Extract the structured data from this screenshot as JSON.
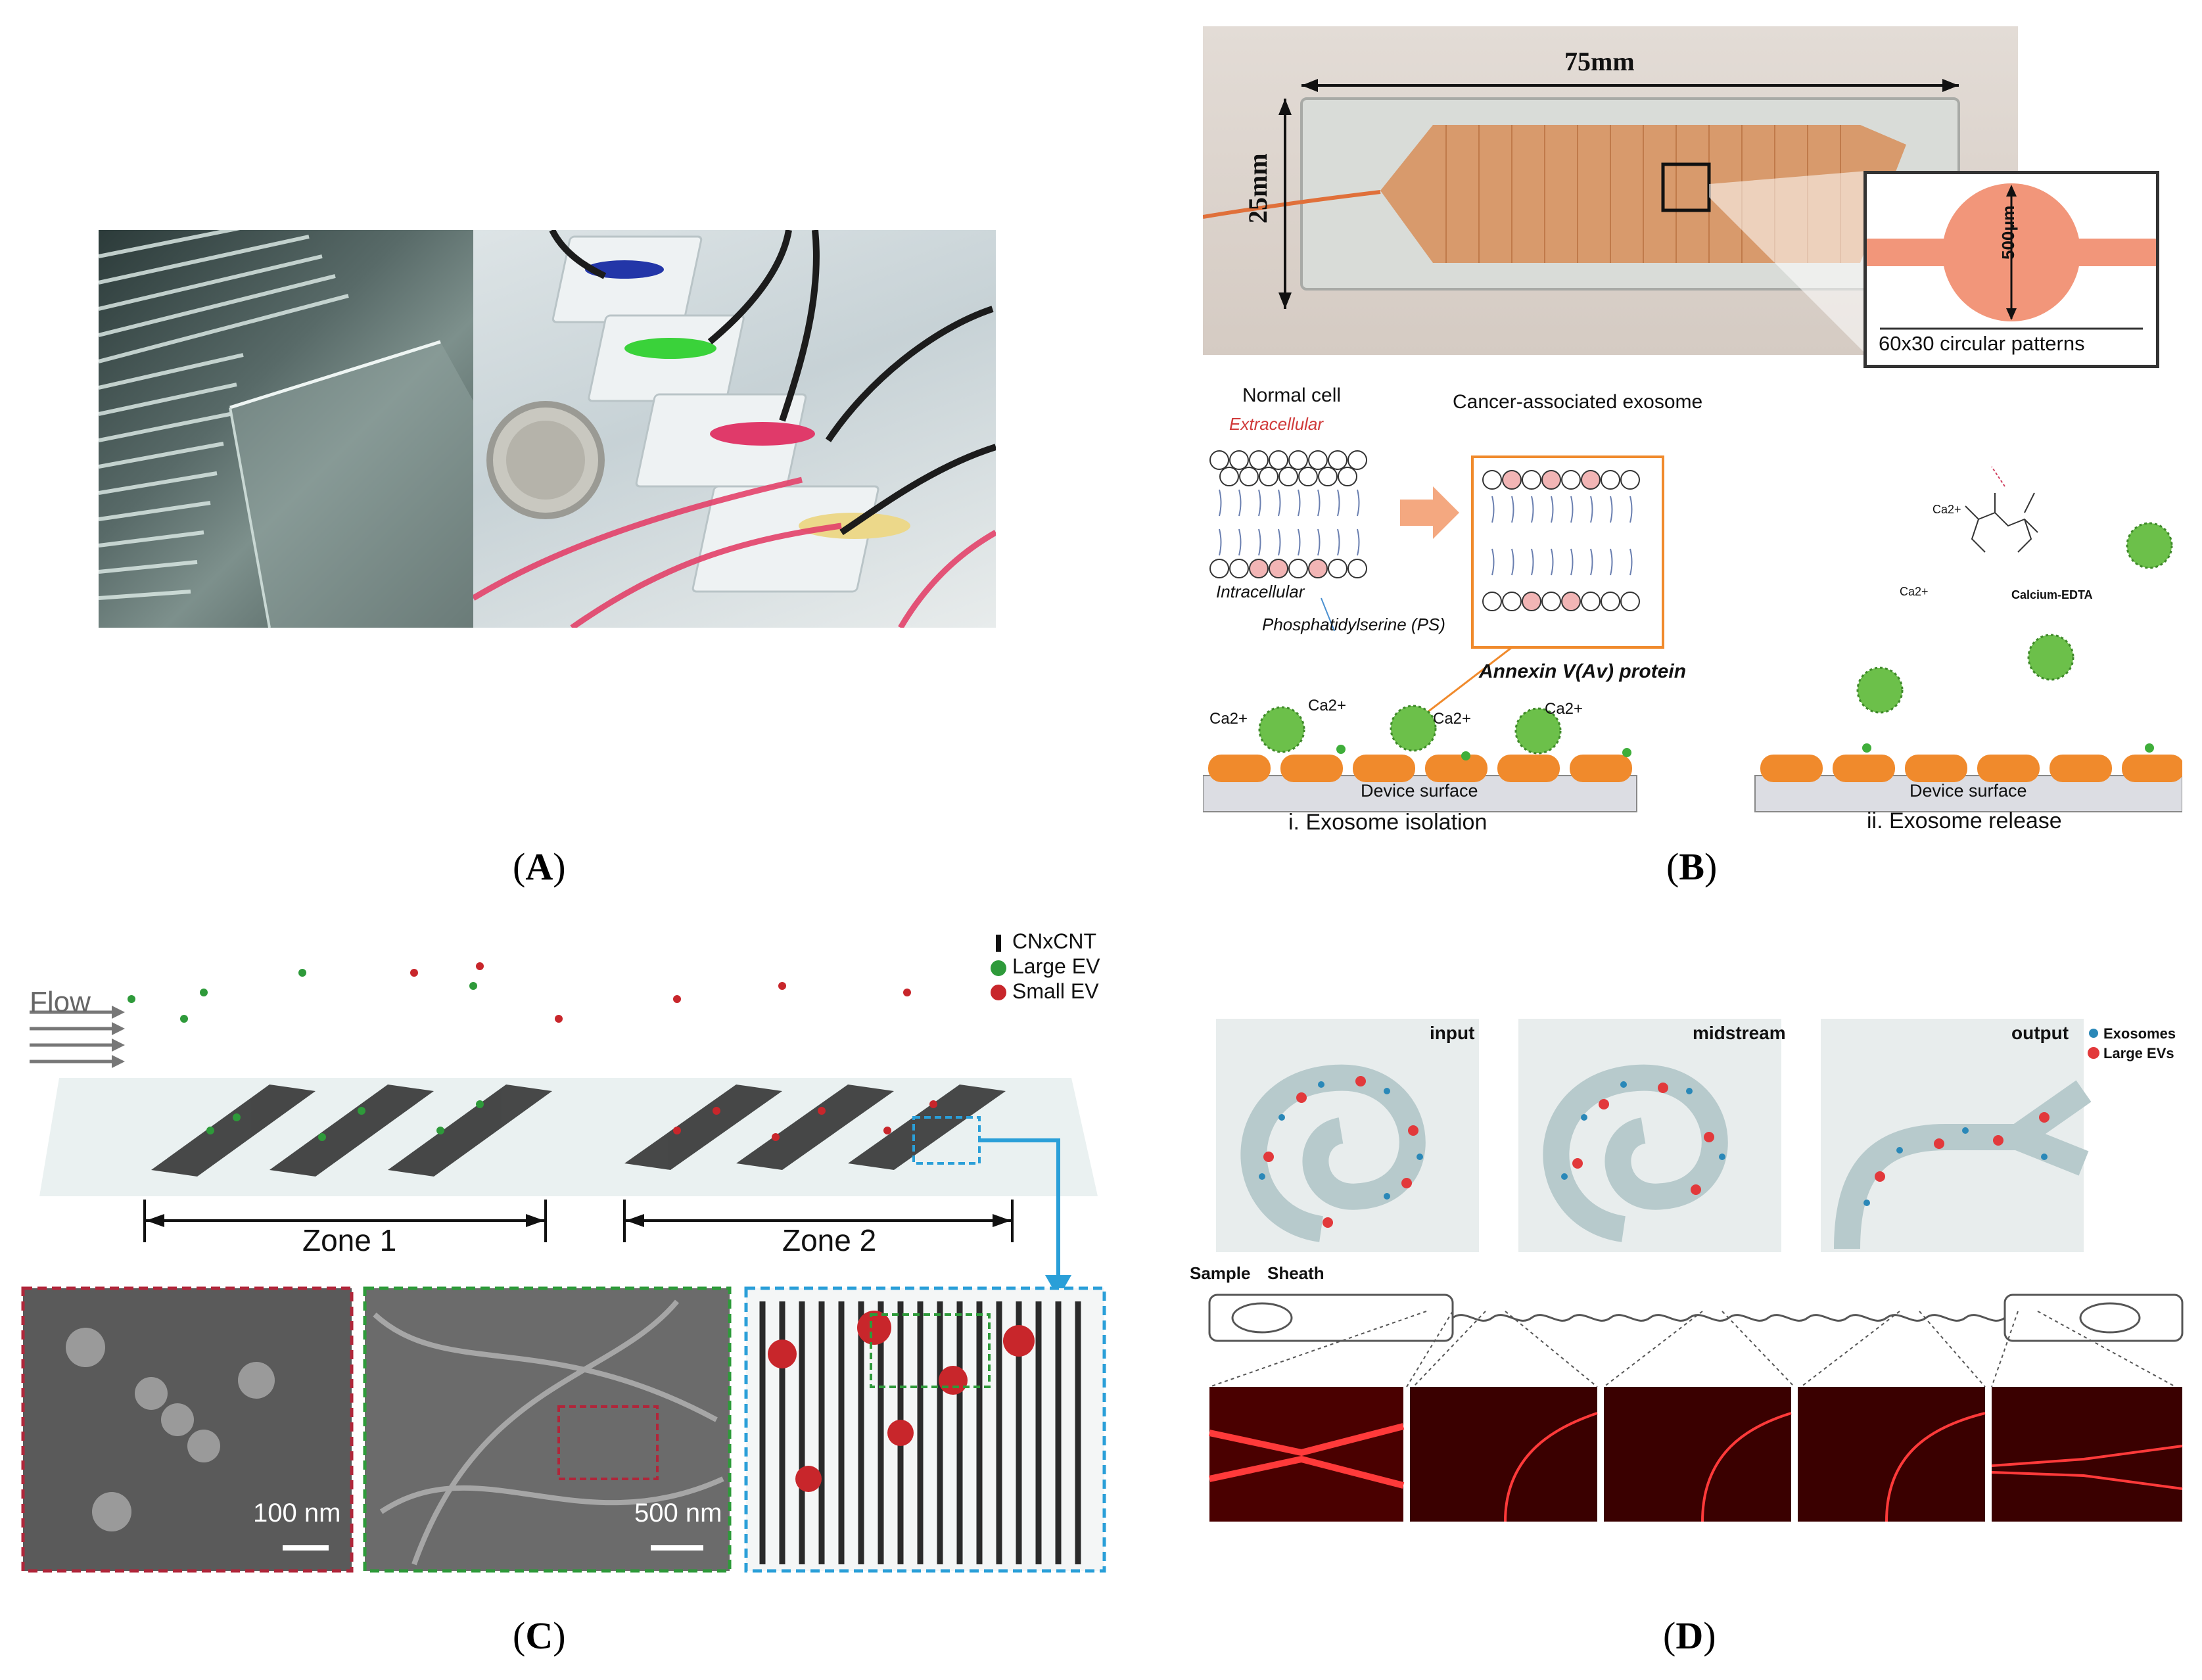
{
  "captions": {
    "a": "A",
    "b": "B",
    "c": "C",
    "d": "D"
  },
  "panel_b": {
    "length_label": "75mm",
    "width_label": "25mm",
    "inset_dim": "500μm",
    "inset_caption": "60x30 circular patterns",
    "normal_cell": "Normal cell",
    "extracellular": "Extracellular",
    "intracellular": "Intracellular",
    "ps_label": "Phosphatidylserine (PS)",
    "cancer_exosome": "Cancer-associated exosome",
    "annexin": "Annexin V(Av) protein",
    "ca1": "Ca2+",
    "ca2": "Ca2+",
    "ca3": "Ca2+",
    "ca4": "Ca2+",
    "device_surface_1": "Device surface",
    "device_surface_2": "Device surface",
    "ca_free": "Ca2+",
    "ca_edta_ion": "Ca2+",
    "calcium_edta": "Calcium-EDTA",
    "step1": "i. Exosome isolation",
    "step2": "ii. Exosome release"
  },
  "panel_c": {
    "flow": "Flow",
    "legend_cnt": "CNxCNT",
    "legend_large": "Large EV",
    "legend_small": "Small EV",
    "zone1": "Zone 1",
    "zone2": "Zone 2",
    "scale1": "100 nm",
    "scale2": "500 nm"
  },
  "panel_d": {
    "input": "input",
    "midstream": "midstream",
    "output": "output",
    "legend_exo": "Exosomes",
    "legend_ev": "Large EVs",
    "sample": "Sample",
    "sheath": "Sheath"
  },
  "colors": {
    "exosome_green": "#6cc04a",
    "device_orange": "#f08a2c",
    "small_ev_red": "#c8262b",
    "large_ev_green": "#2e9a3a",
    "blue_accent": "#2a9fd8",
    "fluor_red": "#d01818"
  }
}
